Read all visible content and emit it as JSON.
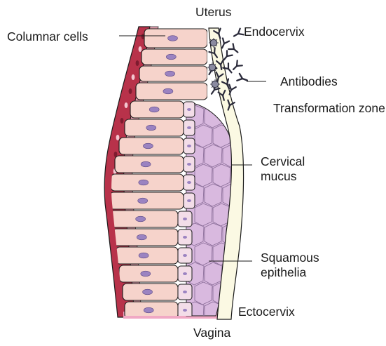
{
  "labels": {
    "uterus": "Uterus",
    "columnar_cells": "Columnar cells",
    "endocervix": "Endocervix",
    "antibodies": "Antibodies",
    "transformation_zone": "Transformation zone",
    "cervical_mucus": "Cervical mucus",
    "squamous_epithelia": "Squamous epithelia",
    "ectocervix": "Ectocervix",
    "vagina": "Vagina"
  },
  "colors": {
    "columnar_cell_fill": "#f6d3cb",
    "nucleus": "#9b83c1",
    "squamous_fill": "#d9b9df",
    "mucus_fill": "#fbf9e3",
    "stroma_red": "#b8324a",
    "stroma_pink": "#e8a2b2",
    "outline": "#1a1a1a"
  },
  "icons": {
    "antibody": "y-shaped-antibody-icon",
    "antigen": "virus-particle-icon"
  }
}
